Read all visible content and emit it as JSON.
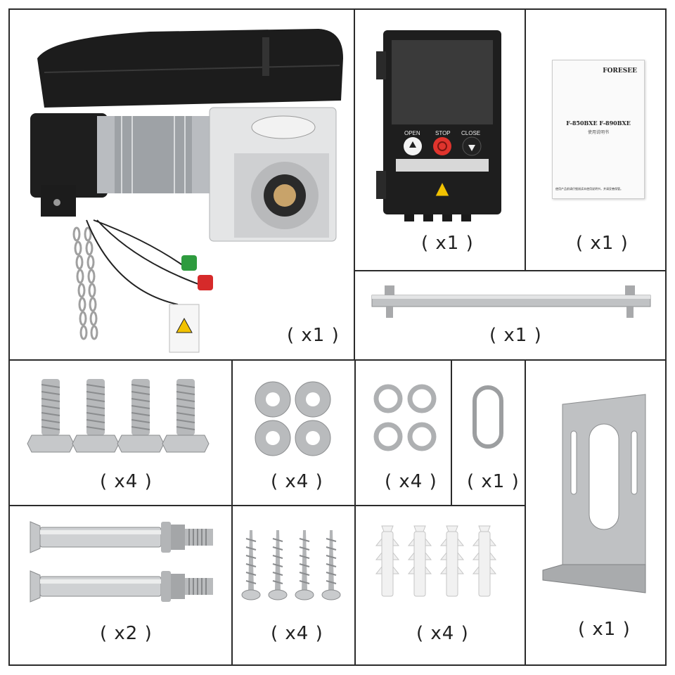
{
  "items": [
    {
      "id": "motor",
      "qty": "( x1 )"
    },
    {
      "id": "control-box",
      "qty": "( x1 )",
      "button_labels": {
        "open": "OPEN",
        "stop": "STOP",
        "close": "CLOSE"
      }
    },
    {
      "id": "manual",
      "qty": "( x1 )",
      "brand": "FORESEE",
      "model": "F-850BXE  F-890BXE",
      "subtitle": "使用说明书",
      "footer": "使用产品前请仔细阅读本使用说明书，并请妥善保管。"
    },
    {
      "id": "shaft-bar",
      "qty": "( x1 )"
    },
    {
      "id": "hex-bolts",
      "qty": "( x4 )"
    },
    {
      "id": "flat-washers",
      "qty": "( x4 )"
    },
    {
      "id": "spring-washers",
      "qty": "( x4 )"
    },
    {
      "id": "chain-link",
      "qty": "( x1 )"
    },
    {
      "id": "mounting-bracket",
      "qty": "( x1 )"
    },
    {
      "id": "expansion-bolts",
      "qty": "( x2 )"
    },
    {
      "id": "self-tapping-screws",
      "qty": "( x4 )"
    },
    {
      "id": "wall-plugs",
      "qty": "( x4 )"
    }
  ],
  "colors": {
    "border": "#2b2b2b",
    "metal": "#c8c8c8",
    "motor_body": "#1e1e1e",
    "stop_red": "#e0342d",
    "green_cap": "#2e9b3e",
    "red_cap": "#d62a2a"
  }
}
